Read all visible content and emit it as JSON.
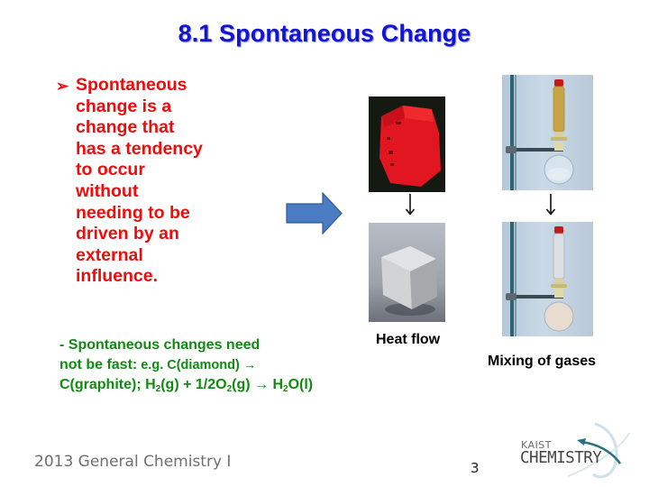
{
  "slide": {
    "title": "8.1 Spontaneous Change",
    "bullet": {
      "marker": "➢",
      "lines": [
        "Spontaneous",
        "change is a",
        "change that",
        "has a tendency",
        "to occur",
        "without",
        "needing to be",
        "driven by an",
        "external",
        "influence."
      ]
    },
    "note": {
      "line1": "- Spontaneous changes need",
      "line2_bold": "not be fast:",
      "line2_small": " e.g.  C(diamond) →",
      "line3": {
        "a": "C(graphite); H",
        "sub1": "2",
        "b": "(g) + 1/2O",
        "sub2": "2",
        "c": "(g) → H",
        "sub3": "2",
        "d": "O(l)"
      }
    },
    "figures": {
      "heat_flow": {
        "before": "red-hot-cube-photo",
        "after": "steel-cube-photo",
        "label": "Heat flow"
      },
      "mixing": {
        "before": "flask-yellow-gas-photo",
        "after": "flask-mixed-gas-photo",
        "label": "Mixing of gases"
      }
    },
    "colors": {
      "title": "#1212d8",
      "bullet": "#ee0c0c",
      "note": "#118a11",
      "arrow": "#4a7cc4"
    }
  },
  "footer": {
    "course": "2013 General Chemistry I",
    "page_number": "3",
    "logo_top": "KAIST",
    "logo_bottom": "CHEMISTRY"
  }
}
